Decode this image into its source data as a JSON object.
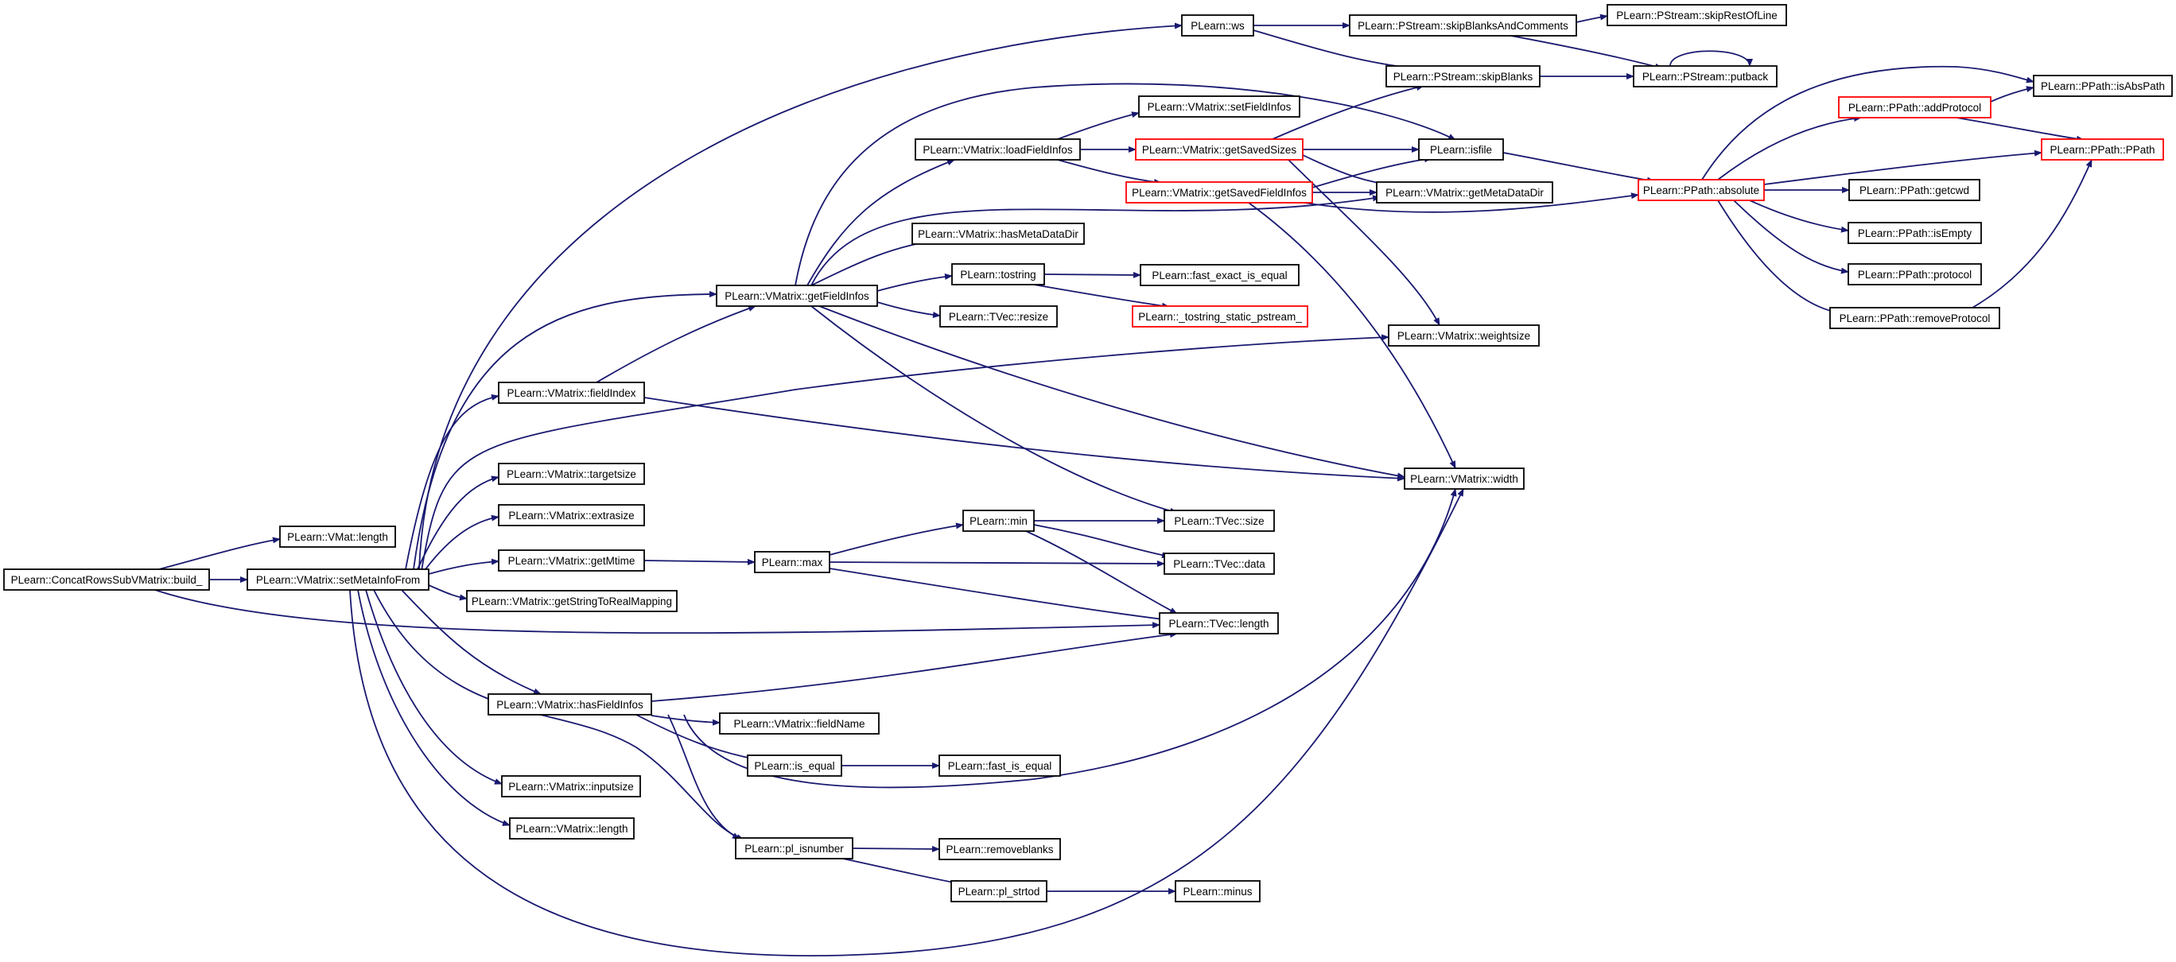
{
  "nodes": [
    {
      "id": "root",
      "label": "PLearn::ConcatRowsSubVMatrix::build_",
      "style": "root"
    },
    {
      "id": "vmat_length",
      "label": "PLearn::VMat::length",
      "style": "normal"
    },
    {
      "id": "setMetaInfoFrom",
      "label": "PLearn::VMatrix::setMetaInfoFrom",
      "style": "normal"
    },
    {
      "id": "ws",
      "label": "PLearn::ws",
      "style": "normal"
    },
    {
      "id": "skipBlanksAndComments",
      "label": "PLearn::PStream::skipBlanksAndComments",
      "style": "normal"
    },
    {
      "id": "skipRestOfLine",
      "label": "PLearn::PStream::skipRestOfLine",
      "style": "normal"
    },
    {
      "id": "skipBlanks",
      "label": "PLearn::PStream::skipBlanks",
      "style": "normal"
    },
    {
      "id": "putback",
      "label": "PLearn::PStream::putback",
      "style": "normal"
    },
    {
      "id": "setFieldInfos",
      "label": "PLearn::VMatrix::setFieldInfos",
      "style": "normal"
    },
    {
      "id": "loadFieldInfos",
      "label": "PLearn::VMatrix::loadFieldInfos",
      "style": "normal"
    },
    {
      "id": "getSavedSizes",
      "label": "PLearn::VMatrix::getSavedSizes",
      "style": "truncated"
    },
    {
      "id": "isfile",
      "label": "PLearn::isfile",
      "style": "normal"
    },
    {
      "id": "getSavedFieldInfos",
      "label": "PLearn::VMatrix::getSavedFieldInfos",
      "style": "truncated"
    },
    {
      "id": "getMetaDataDir",
      "label": "PLearn::VMatrix::getMetaDataDir",
      "style": "normal"
    },
    {
      "id": "hasMetaDataDir",
      "label": "PLearn::VMatrix::hasMetaDataDir",
      "style": "normal"
    },
    {
      "id": "tostring",
      "label": "PLearn::tostring",
      "style": "normal"
    },
    {
      "id": "fast_exact_is_equal",
      "label": "PLearn::fast_exact_is_equal",
      "style": "normal"
    },
    {
      "id": "tostring_static",
      "label": "PLearn::_tostring_static_pstream_",
      "style": "truncated"
    },
    {
      "id": "getFieldInfos",
      "label": "PLearn::VMatrix::getFieldInfos",
      "style": "normal"
    },
    {
      "id": "tvec_resize",
      "label": "PLearn::TVec::resize",
      "style": "normal"
    },
    {
      "id": "fieldIndex",
      "label": "PLearn::VMatrix::fieldIndex",
      "style": "normal"
    },
    {
      "id": "weightsize",
      "label": "PLearn::VMatrix::weightsize",
      "style": "normal"
    },
    {
      "id": "targetsize",
      "label": "PLearn::VMatrix::targetsize",
      "style": "normal"
    },
    {
      "id": "width",
      "label": "PLearn::VMatrix::width",
      "style": "normal"
    },
    {
      "id": "extrasize",
      "label": "PLearn::VMatrix::extrasize",
      "style": "normal"
    },
    {
      "id": "min",
      "label": "PLearn::min",
      "style": "normal"
    },
    {
      "id": "tvec_size",
      "label": "PLearn::TVec::size",
      "style": "normal"
    },
    {
      "id": "getMtime",
      "label": "PLearn::VMatrix::getMtime",
      "style": "normal"
    },
    {
      "id": "max",
      "label": "PLearn::max",
      "style": "normal"
    },
    {
      "id": "tvec_data",
      "label": "PLearn::TVec::data",
      "style": "normal"
    },
    {
      "id": "getStringToRealMapping",
      "label": "PLearn::VMatrix::getStringToRealMapping",
      "style": "normal"
    },
    {
      "id": "tvec_length",
      "label": "PLearn::TVec::length",
      "style": "normal"
    },
    {
      "id": "hasFieldInfos",
      "label": "PLearn::VMatrix::hasFieldInfos",
      "style": "normal"
    },
    {
      "id": "fieldName",
      "label": "PLearn::VMatrix::fieldName",
      "style": "normal"
    },
    {
      "id": "is_equal",
      "label": "PLearn::is_equal",
      "style": "normal"
    },
    {
      "id": "fast_is_equal",
      "label": "PLearn::fast_is_equal",
      "style": "normal"
    },
    {
      "id": "inputsize",
      "label": "PLearn::VMatrix::inputsize",
      "style": "normal"
    },
    {
      "id": "vmatrix_length",
      "label": "PLearn::VMatrix::length",
      "style": "normal"
    },
    {
      "id": "pl_isnumber",
      "label": "PLearn::pl_isnumber",
      "style": "normal"
    },
    {
      "id": "removeblanks",
      "label": "PLearn::removeblanks",
      "style": "normal"
    },
    {
      "id": "pl_strtod",
      "label": "PLearn::pl_strtod",
      "style": "normal"
    },
    {
      "id": "minus",
      "label": "PLearn::minus",
      "style": "normal"
    },
    {
      "id": "absolute",
      "label": "PLearn::PPath::absolute",
      "style": "truncated"
    },
    {
      "id": "addProtocol",
      "label": "PLearn::PPath::addProtocol",
      "style": "truncated"
    },
    {
      "id": "isAbsPath",
      "label": "PLearn::PPath::isAbsPath",
      "style": "normal"
    },
    {
      "id": "ppath",
      "label": "PLearn::PPath::PPath",
      "style": "truncated"
    },
    {
      "id": "getcwd",
      "label": "PLearn::PPath::getcwd",
      "style": "normal"
    },
    {
      "id": "isEmpty",
      "label": "PLearn::PPath::isEmpty",
      "style": "normal"
    },
    {
      "id": "protocol",
      "label": "PLearn::PPath::protocol",
      "style": "normal"
    },
    {
      "id": "removeProtocol",
      "label": "PLearn::PPath::removeProtocol",
      "style": "normal"
    }
  ],
  "edges": [
    [
      "root",
      "vmat_length"
    ],
    [
      "root",
      "setMetaInfoFrom"
    ],
    [
      "root",
      "tvec_length"
    ],
    [
      "setMetaInfoFrom",
      "ws"
    ],
    [
      "setMetaInfoFrom",
      "getFieldInfos"
    ],
    [
      "setMetaInfoFrom",
      "fieldIndex"
    ],
    [
      "setMetaInfoFrom",
      "weightsize"
    ],
    [
      "setMetaInfoFrom",
      "targetsize"
    ],
    [
      "setMetaInfoFrom",
      "extrasize"
    ],
    [
      "setMetaInfoFrom",
      "getMtime"
    ],
    [
      "setMetaInfoFrom",
      "getStringToRealMapping"
    ],
    [
      "setMetaInfoFrom",
      "hasFieldInfos"
    ],
    [
      "setMetaInfoFrom",
      "inputsize"
    ],
    [
      "setMetaInfoFrom",
      "vmatrix_length"
    ],
    [
      "setMetaInfoFrom",
      "pl_isnumber"
    ],
    [
      "setMetaInfoFrom",
      "width"
    ],
    [
      "ws",
      "skipBlanksAndComments"
    ],
    [
      "ws",
      "skipBlanks"
    ],
    [
      "skipBlanksAndComments",
      "skipRestOfLine"
    ],
    [
      "skipBlanksAndComments",
      "putback"
    ],
    [
      "skipBlanks",
      "putback"
    ],
    [
      "putback",
      "putback"
    ],
    [
      "getFieldInfos",
      "isfile"
    ],
    [
      "getFieldInfos",
      "loadFieldInfos"
    ],
    [
      "getFieldInfos",
      "getMetaDataDir"
    ],
    [
      "getFieldInfos",
      "hasMetaDataDir"
    ],
    [
      "getFieldInfos",
      "tostring"
    ],
    [
      "getFieldInfos",
      "tvec_resize"
    ],
    [
      "getFieldInfos",
      "width"
    ],
    [
      "getFieldInfos",
      "tvec_size"
    ],
    [
      "loadFieldInfos",
      "setFieldInfos"
    ],
    [
      "loadFieldInfos",
      "getSavedSizes"
    ],
    [
      "loadFieldInfos",
      "getSavedFieldInfos"
    ],
    [
      "getSavedSizes",
      "skipBlanks"
    ],
    [
      "getSavedSizes",
      "isfile"
    ],
    [
      "getSavedSizes",
      "getMetaDataDir"
    ],
    [
      "getSavedSizes",
      "weightsize"
    ],
    [
      "getSavedFieldInfos",
      "isfile"
    ],
    [
      "getSavedFieldInfos",
      "getMetaDataDir"
    ],
    [
      "getSavedFieldInfos",
      "absolute"
    ],
    [
      "getSavedFieldInfos",
      "width"
    ],
    [
      "isfile",
      "absolute"
    ],
    [
      "tostring",
      "fast_exact_is_equal"
    ],
    [
      "tostring",
      "tostring_static"
    ],
    [
      "fieldIndex",
      "getFieldInfos"
    ],
    [
      "fieldIndex",
      "width"
    ],
    [
      "getMtime",
      "max"
    ],
    [
      "max",
      "min"
    ],
    [
      "max",
      "tvec_data"
    ],
    [
      "max",
      "tvec_length"
    ],
    [
      "min",
      "tvec_size"
    ],
    [
      "min",
      "tvec_data"
    ],
    [
      "min",
      "tvec_length"
    ],
    [
      "hasFieldInfos",
      "fieldName"
    ],
    [
      "hasFieldInfos",
      "is_equal"
    ],
    [
      "hasFieldInfos",
      "pl_isnumber"
    ],
    [
      "hasFieldInfos",
      "tvec_length"
    ],
    [
      "hasFieldInfos",
      "width"
    ],
    [
      "is_equal",
      "fast_is_equal"
    ],
    [
      "pl_isnumber",
      "removeblanks"
    ],
    [
      "pl_isnumber",
      "pl_strtod"
    ],
    [
      "pl_strtod",
      "minus"
    ],
    [
      "absolute",
      "addProtocol"
    ],
    [
      "absolute",
      "isAbsPath"
    ],
    [
      "absolute",
      "ppath"
    ],
    [
      "absolute",
      "getcwd"
    ],
    [
      "absolute",
      "isEmpty"
    ],
    [
      "absolute",
      "protocol"
    ],
    [
      "absolute",
      "removeProtocol"
    ],
    [
      "addProtocol",
      "isAbsPath"
    ],
    [
      "addProtocol",
      "ppath"
    ],
    [
      "removeProtocol",
      "ppath"
    ]
  ],
  "colors": {
    "edge": "#191970",
    "normal_border": "#000000",
    "truncated_border": "#ff0000",
    "root_fill": "#bfbfbf",
    "node_fill": "#ffffff"
  }
}
